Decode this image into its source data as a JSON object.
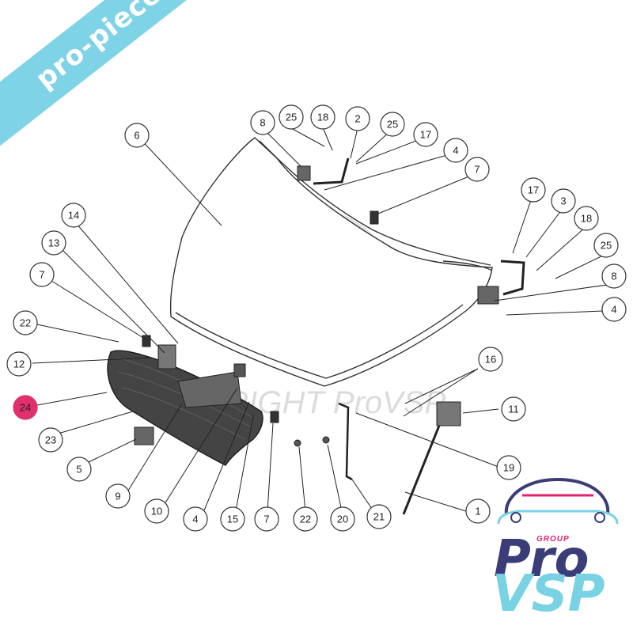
{
  "banner": {
    "text": "pro-piece-vsp.com"
  },
  "watermark": {
    "text": "COPYRIGHT ProVSP",
    "symbol": "©"
  },
  "logo": {
    "group": "GROUP",
    "pro": "Pro",
    "vsp": "VSP",
    "colors": {
      "navy": "#3a3d78",
      "cyan": "#78d2e4",
      "pink": "#e0236b"
    }
  },
  "highlight_color": "#e0306e",
  "callouts": [
    {
      "label": "6"
    },
    {
      "label": "8"
    },
    {
      "label": "25"
    },
    {
      "label": "18"
    },
    {
      "label": "2"
    },
    {
      "label": "25"
    },
    {
      "label": "17"
    },
    {
      "label": "4"
    },
    {
      "label": "7"
    },
    {
      "label": "17"
    },
    {
      "label": "3"
    },
    {
      "label": "18"
    },
    {
      "label": "25"
    },
    {
      "label": "8"
    },
    {
      "label": "4"
    },
    {
      "label": "14"
    },
    {
      "label": "13"
    },
    {
      "label": "7"
    },
    {
      "label": "22"
    },
    {
      "label": "12"
    },
    {
      "label": "24",
      "highlight": true
    },
    {
      "label": "23"
    },
    {
      "label": "5"
    },
    {
      "label": "9"
    },
    {
      "label": "10"
    },
    {
      "label": "4"
    },
    {
      "label": "15"
    },
    {
      "label": "7"
    },
    {
      "label": "22"
    },
    {
      "label": "20"
    },
    {
      "label": "21"
    },
    {
      "label": "16"
    },
    {
      "label": "11"
    },
    {
      "label": "19"
    },
    {
      "label": "1"
    }
  ]
}
